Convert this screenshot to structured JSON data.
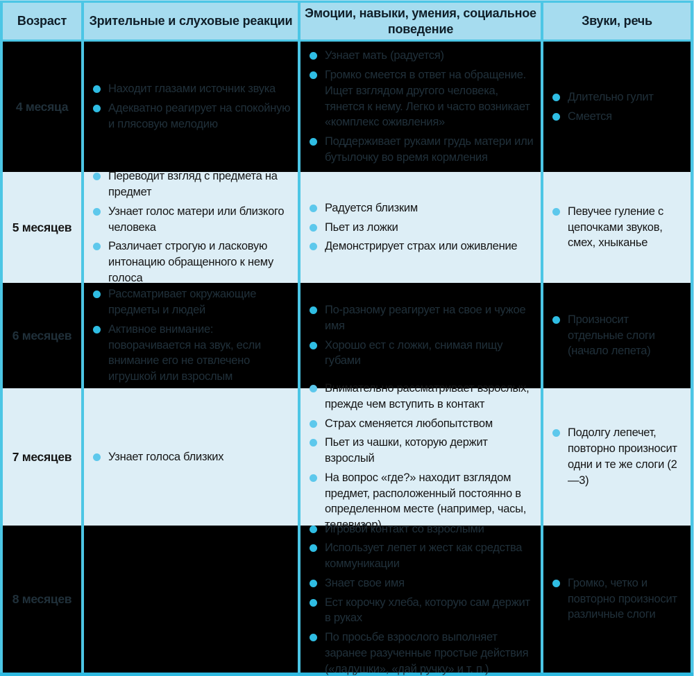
{
  "colors": {
    "pageBg": "#a6dcef",
    "cyan": "#4cc6e5",
    "bottomLine": "#2fb9e0",
    "lightBg": "#ddeef6",
    "darkRowText": "#20303a",
    "lightRowText": "#151515",
    "dotDark": "#2fbde3",
    "dotLight": "#5dc8ec",
    "headerText": "#0f1e28"
  },
  "table": {
    "columns": [
      {
        "label": "Возраст"
      },
      {
        "label": "Зрительные и слуховые реакции"
      },
      {
        "label": "Эмоции, навыки, умения, социальное поведение"
      },
      {
        "label": "Звуки, речь"
      }
    ],
    "rows": [
      {
        "age": "4 месяца",
        "theme": "dark",
        "cells": [
          [
            "Находит глазами источник звука",
            "Адекватно реагирует на спокойную и плясовую мелодию"
          ],
          [
            "Узнает мать (радуется)",
            "Громко смеется в ответ на обращение. Ищет взглядом другого человека, тянется к нему. Легко и часто возникает «комплекс оживления»",
            "Поддерживает руками грудь матери или бутылочку во время кормления"
          ],
          [
            "Длительно гулит",
            "Смеется"
          ]
        ]
      },
      {
        "age": "5 месяцев",
        "theme": "light",
        "cells": [
          [
            "Переводит взгляд с предмета на предмет",
            "Узнает голос матери или близкого человека",
            "Различает строгую и ласковую интонацию обращенного к нему голоса"
          ],
          [
            "Радуется близким",
            "Пьет из ложки",
            "Демонстрирует страх или оживление"
          ],
          [
            "Певучее гуление с цепочками звуков, смех, хныканье"
          ]
        ]
      },
      {
        "age": "6 месяцев",
        "theme": "dark",
        "cells": [
          [
            "Рассматривает окружающие предметы и людей",
            "Активное внимание: поворачивается на звук, если внимание его не отвлечено игрушкой или взрослым"
          ],
          [
            "По-разному реагирует на свое и чужое имя",
            "Хорошо ест с ложки, снимая пищу губами"
          ],
          [
            "Произносит отдельные слоги (начало лепета)"
          ]
        ]
      },
      {
        "age": "7 месяцев",
        "theme": "light",
        "cells": [
          [
            "Узнает голоса близких"
          ],
          [
            "Внимательно рассматривает взрослых, прежде чем вступить в контакт",
            "Страх сменяется любопытством",
            "Пьет из чашки, которую держит взрослый",
            "На вопрос «где?» находит взглядом предмет, расположенный постоянно в определенном месте (например, часы, телевизор)"
          ],
          [
            "Подолгу лепечет, повторно произносит одни и те же слоги (2—3)"
          ]
        ]
      },
      {
        "age": "8 месяцев",
        "theme": "dark",
        "cells": [
          [],
          [
            "Игровой контакт со взрослыми",
            "Использует лепет и жест как средства коммуникации",
            "Знает свое имя",
            "Ест корочку хлеба, которую сам держит в руках",
            "По просьбе взрослого выполняет заранее разученные простые действия («ладушки», «дай ручку» и т. п.)"
          ],
          [
            "Громко, четко и повторно произносит различные слоги"
          ]
        ]
      }
    ]
  }
}
